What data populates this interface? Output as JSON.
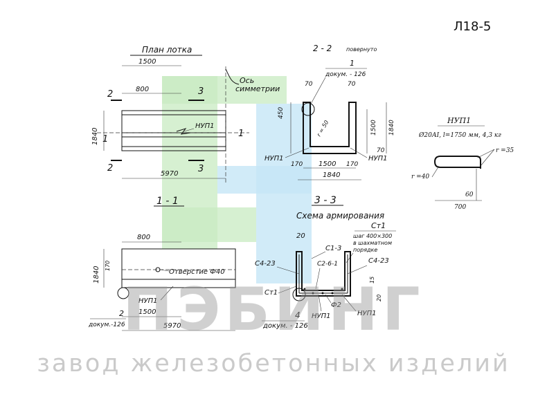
{
  "sheet_code": "Л18-5",
  "watermark": {
    "brand": "ПЭБИНГ",
    "tagline": "завод железобетонных изделий",
    "green": "#c8ebc2",
    "blue": "#c6e6f6"
  },
  "plan": {
    "title": "План лотка",
    "dim_top": "1500",
    "dim_800": "800",
    "dim_height": "1840",
    "dim_length": "5970",
    "cut2": "2",
    "cut3": "3",
    "cut1": "1",
    "nup": "НУП1",
    "axis_label_1": "Ось",
    "axis_label_2": "симметрии"
  },
  "section22": {
    "title": "2 - 2",
    "title_suffix": "повернуто",
    "callout_num": "1",
    "callout_doc": "докум. - 126",
    "d70a": "70",
    "d70b": "70",
    "d450": "450",
    "d1500": "1500",
    "d1840r": "1840",
    "r50": "r = 50",
    "d70c": "70",
    "d170a": "170",
    "d1500b": "1500",
    "d170b": "170",
    "d1840b": "1840",
    "nup_left": "НУП1",
    "nup_right": "НУП1"
  },
  "nup_detail": {
    "title": "НУП1",
    "spec": "Ø20АI, l=1750 мм, 4,3 кг",
    "r35": "r =35",
    "r40": "r =40",
    "d60": "60",
    "d700": "700"
  },
  "section11": {
    "title": "1 - 1",
    "d800": "800",
    "d1840": "1840",
    "d170": "170",
    "hole": "Отверстие Ф40",
    "nup": "НУП1",
    "d1500": "1500",
    "d5970": "5970",
    "callout_num": "2",
    "callout_doc": "докум.-126"
  },
  "section33": {
    "title": "3 - 3",
    "subtitle": "Схема армирования",
    "st1_top": "Ст1",
    "step_1": "шаг 400×300",
    "step_2": "в шахматном",
    "step_3": "порядке",
    "d20": "20",
    "c13": "С1-3",
    "c261": "С2-6-1",
    "c423_left": "С4-23",
    "c423_right": "С4-23",
    "st1_left": "Ст1",
    "d15": "15",
    "d20b": "20",
    "f2": "Ф2",
    "nup_mid": "НУП1",
    "nup_right": "НУП1",
    "callout_num": "4",
    "callout_doc": "докум. - 126"
  }
}
